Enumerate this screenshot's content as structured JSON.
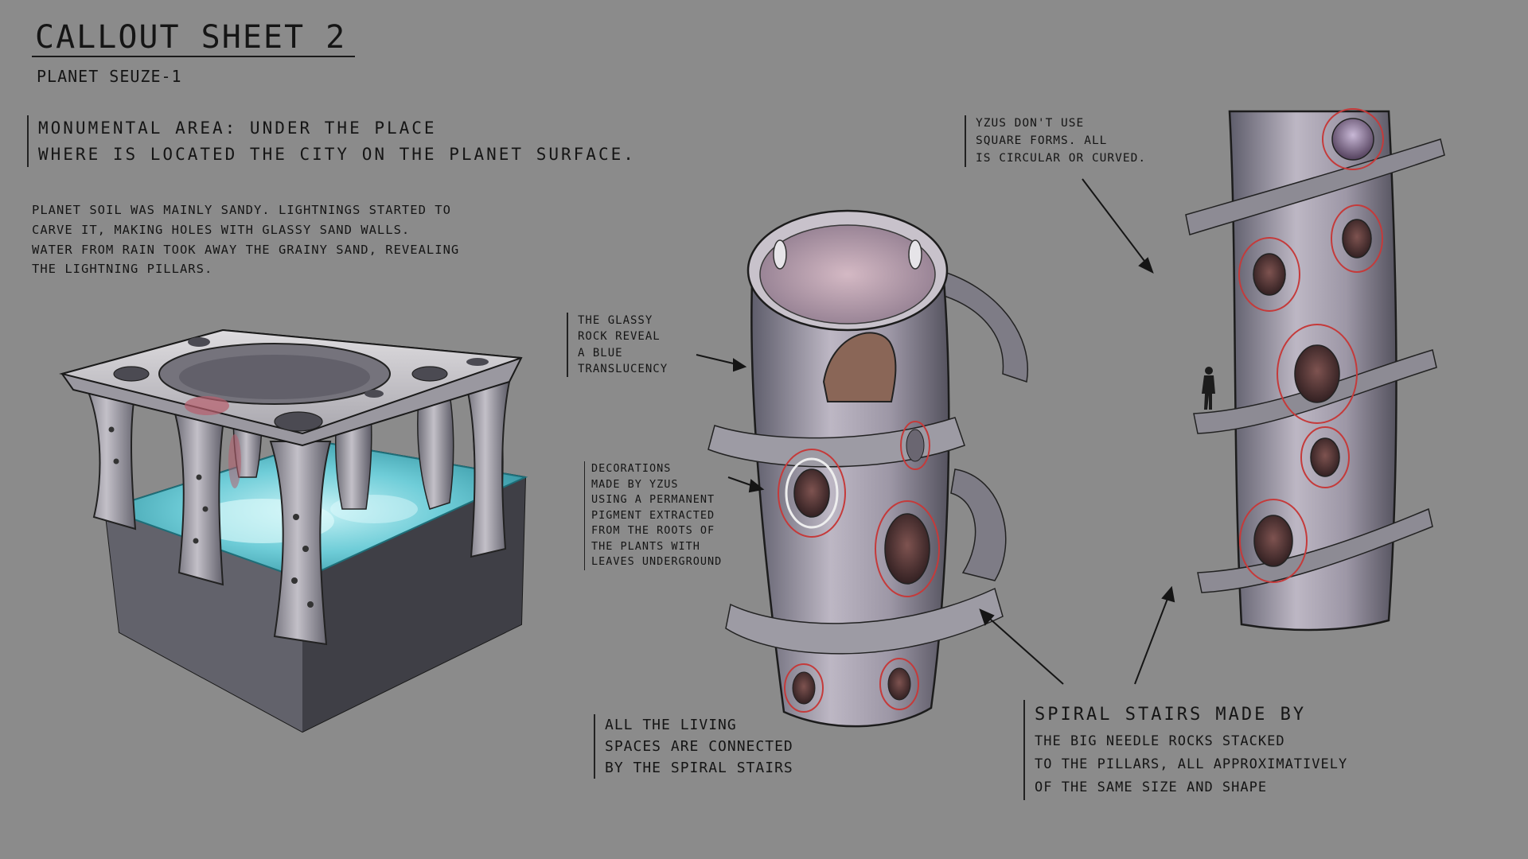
{
  "sheet": {
    "title": "CALLOUT SHEET 2",
    "subtitle": "PLANET SEUZE-1"
  },
  "notes": {
    "monumental": [
      "MONUMENTAL AREA:   UNDER   THE   PLACE",
      "WHERE IS LOCATED THE CITY ON THE PLANET SURFACE."
    ],
    "soil": [
      "PLANET SOIL WAS MAINLY SANDY. LIGHTNINGS STARTED TO",
      "CARVE IT, MAKING HOLES WITH GLASSY SAND WALLS.",
      "WATER FROM RAIN TOOK AWAY THE GRAINY SAND, REVEALING",
      "THE LIGHTNING PILLARS."
    ],
    "glassy": [
      "THE GLASSY",
      "ROCK REVEAL",
      "A BLUE",
      "TRANSLUCENCY"
    ],
    "decorations": [
      "DECORATIONS",
      "MADE BY YZUS",
      "USING A PERMANENT",
      "PIGMENT EXTRACTED",
      "FROM THE ROOTS OF",
      "THE PLANTS WITH",
      "LEAVES UNDERGROUND"
    ],
    "living": [
      "ALL THE LIVING",
      "SPACES ARE CONNECTED",
      "BY THE SPIRAL STAIRS"
    ],
    "yzus": [
      "YZUS DON'T USE",
      "SQUARE FORMS. ALL",
      "IS CIRCULAR OR CURVED."
    ],
    "spiral": [
      "SPIRAL STAIRS MADE BY",
      "THE BIG NEEDLE ROCKS STACKED",
      "TO THE PILLARS, ALL APPROXIMATIVELY",
      "OF THE SAME SIZE AND SHAPE"
    ]
  },
  "colors": {
    "background": "#8b8b8b",
    "ink": "#151515",
    "rock": "#b9b6bd",
    "water": "#5fc3cf",
    "pigment": "#c53a3a"
  },
  "illustrations": [
    "monumental-area-cube-illustration",
    "hollow-pillar-tower-illustration",
    "spiral-stair-pillar-illustration",
    "human-figure-scale-icon"
  ]
}
